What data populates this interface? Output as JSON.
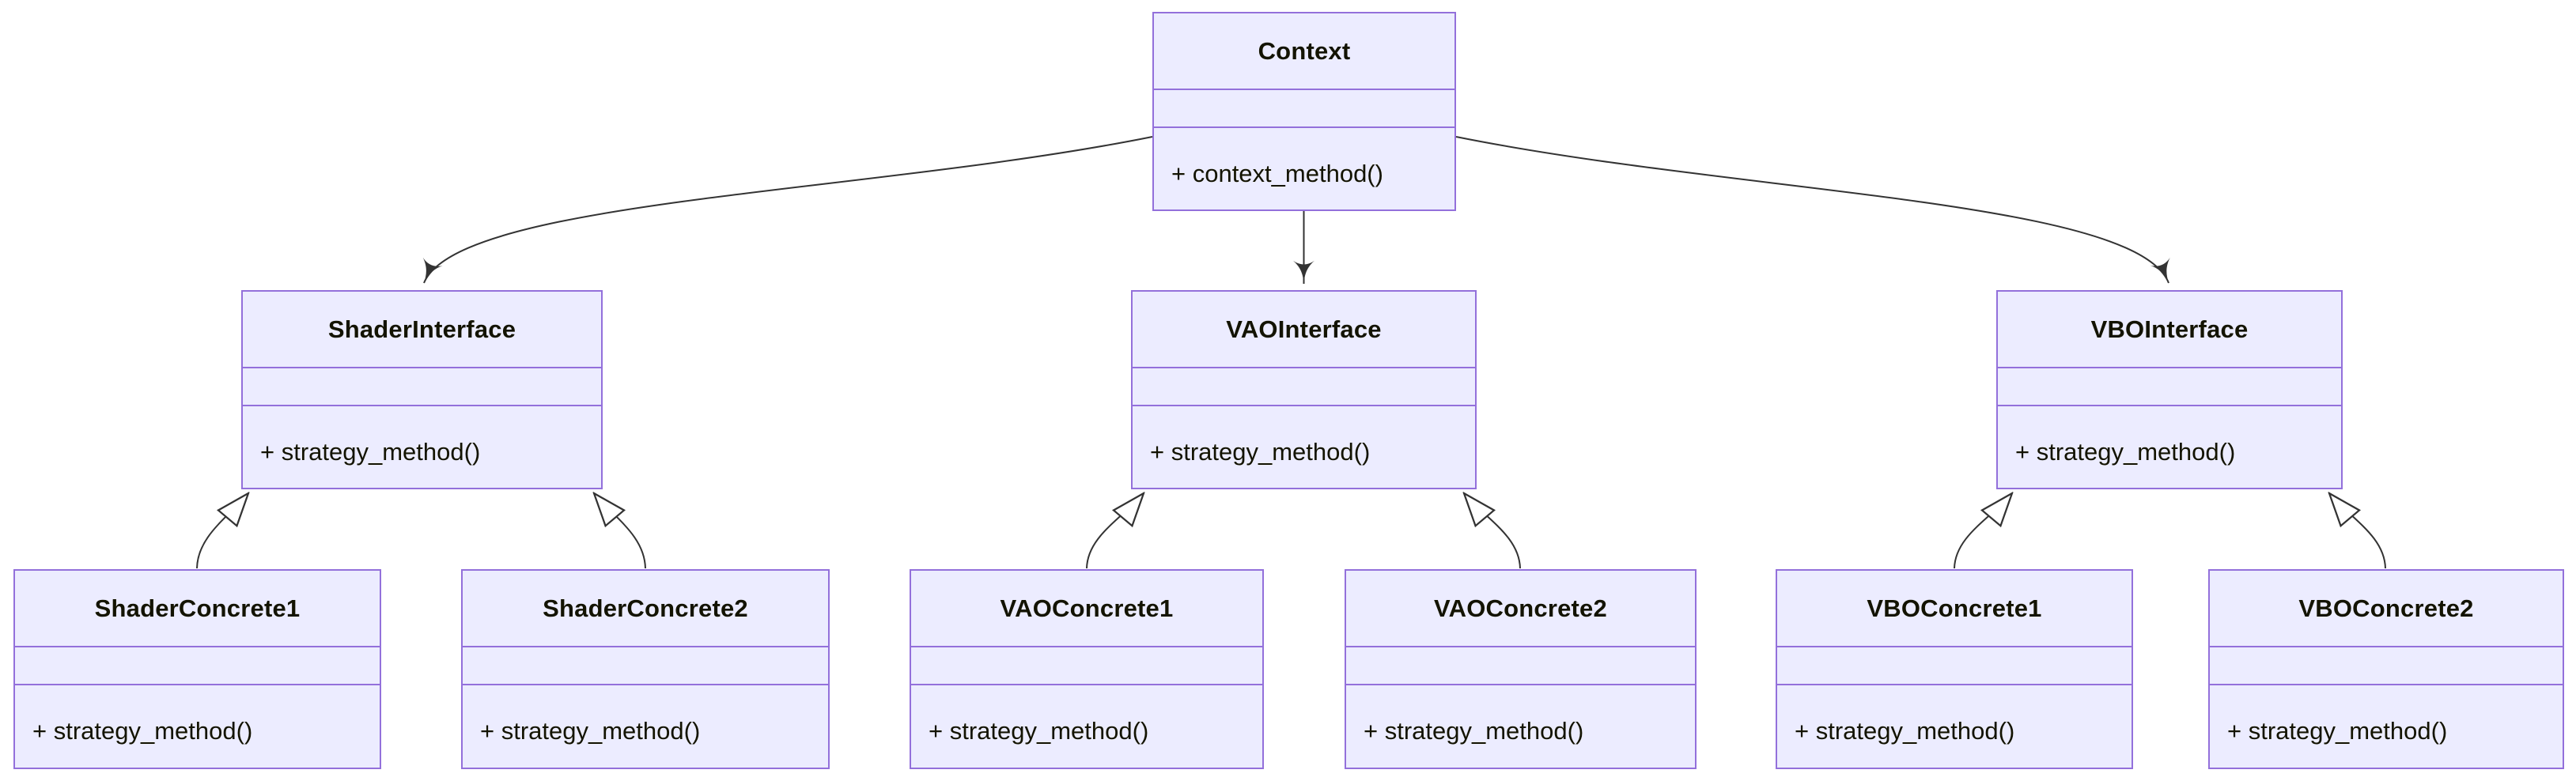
{
  "diagram": {
    "type": "uml-class-diagram",
    "classes": [
      {
        "name": "Context",
        "attributes": [],
        "methods": [
          "+ context_method()"
        ]
      },
      {
        "name": "ShaderInterface",
        "attributes": [],
        "methods": [
          "+ strategy_method()"
        ]
      },
      {
        "name": "VAOInterface",
        "attributes": [],
        "methods": [
          "+ strategy_method()"
        ]
      },
      {
        "name": "VBOInterface",
        "attributes": [],
        "methods": [
          "+ strategy_method()"
        ]
      },
      {
        "name": "ShaderConcrete1",
        "attributes": [],
        "methods": [
          "+ strategy_method()"
        ]
      },
      {
        "name": "ShaderConcrete2",
        "attributes": [],
        "methods": [
          "+ strategy_method()"
        ]
      },
      {
        "name": "VAOConcrete1",
        "attributes": [],
        "methods": [
          "+ strategy_method()"
        ]
      },
      {
        "name": "VAOConcrete2",
        "attributes": [],
        "methods": [
          "+ strategy_method()"
        ]
      },
      {
        "name": "VBOConcrete1",
        "attributes": [],
        "methods": [
          "+ strategy_method()"
        ]
      },
      {
        "name": "VBOConcrete2",
        "attributes": [],
        "methods": [
          "+ strategy_method()"
        ]
      }
    ],
    "relationships": [
      {
        "from": "Context",
        "to": "ShaderInterface",
        "kind": "association-arrow"
      },
      {
        "from": "Context",
        "to": "VAOInterface",
        "kind": "association-arrow"
      },
      {
        "from": "Context",
        "to": "VBOInterface",
        "kind": "association-arrow"
      },
      {
        "from": "ShaderConcrete1",
        "to": "ShaderInterface",
        "kind": "inheritance"
      },
      {
        "from": "ShaderConcrete2",
        "to": "ShaderInterface",
        "kind": "inheritance"
      },
      {
        "from": "VAOConcrete1",
        "to": "VAOInterface",
        "kind": "inheritance"
      },
      {
        "from": "VAOConcrete2",
        "to": "VAOInterface",
        "kind": "inheritance"
      },
      {
        "from": "VBOConcrete1",
        "to": "VBOInterface",
        "kind": "inheritance"
      },
      {
        "from": "VBOConcrete2",
        "to": "VBOInterface",
        "kind": "inheritance"
      }
    ],
    "colors": {
      "node_fill": "#ECECFF",
      "node_border": "#9370DB",
      "edge_line": "#333333",
      "text": "#131300",
      "background": "#ffffff"
    }
  }
}
